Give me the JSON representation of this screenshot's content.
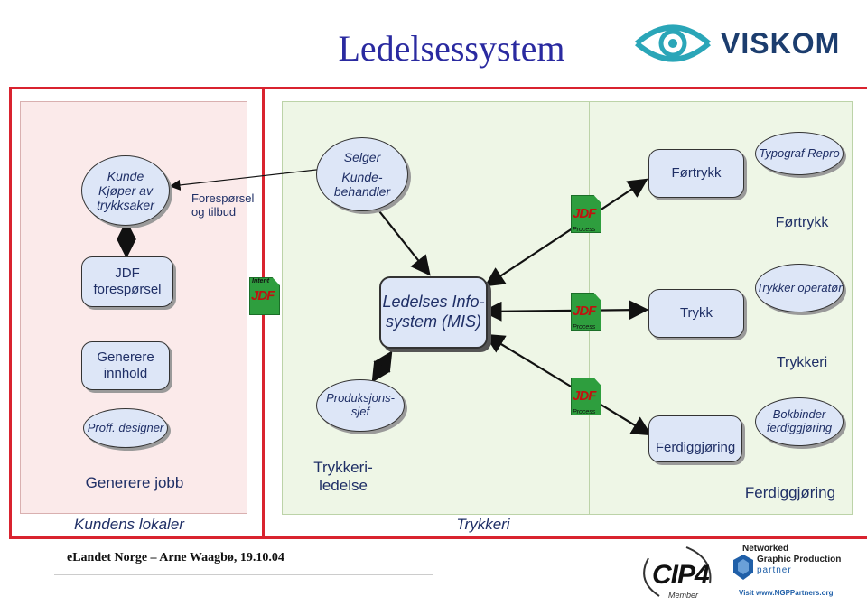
{
  "title": "Ledelsessystem",
  "logo": {
    "text": "VISKOM",
    "color": "#1c3d6e",
    "accent": "#2aa6b8"
  },
  "zones": {
    "left": "Kundens lokaler",
    "middle": "Trykkeri"
  },
  "customer": {
    "kunde": "Kunde",
    "kjoper": "Kjøper av trykksaker",
    "foresporsel_tilbud": "Forespørsel og tilbud",
    "jdf_foresporsel": "JDF forespørsel",
    "generere_innhold": "Generere innhold",
    "proff_designer": "Proff. designer",
    "generere_jobb": "Generere jobb"
  },
  "printer": {
    "selger": "Selger",
    "kundebehandler": "Kunde-behandler",
    "mis": "Ledelses Info-system (MIS)",
    "produksjonssjef": "Produksjons-sjef",
    "trykkeriledelse": "Trykkeri-ledelse"
  },
  "production": {
    "fortrykk_box": "Førtrykk",
    "typograf_repro": "Typograf Repro",
    "fortrykk_label": "Førtrykk",
    "trykk_box": "Trykk",
    "trykker_operator": "Trykker operatør",
    "trykkeri_label": "Trykkeri",
    "ferdiggjoring_box": "Ferdiggjøring",
    "bokbinder": "Bokbinder ferdiggjøring",
    "ferdiggjoring_label": "Ferdiggjøring"
  },
  "jdf_icons": {
    "intent_top": "Intent",
    "jdf_text": "JDF",
    "process_sub": "Process"
  },
  "footer": "eLandet Norge – Arne Waagbø, 19.10.04",
  "partners": {
    "cip4": "CIP4",
    "member": "Member",
    "ngp_line1": "Networked",
    "ngp_line2": "Graphic Production",
    "ngp_line3": "partner",
    "ngp_url": "Visit www.NGPPartners.org"
  },
  "colors": {
    "divider": "#d9232f",
    "node_fill": "#dde6f7",
    "text": "#1f2f66"
  }
}
